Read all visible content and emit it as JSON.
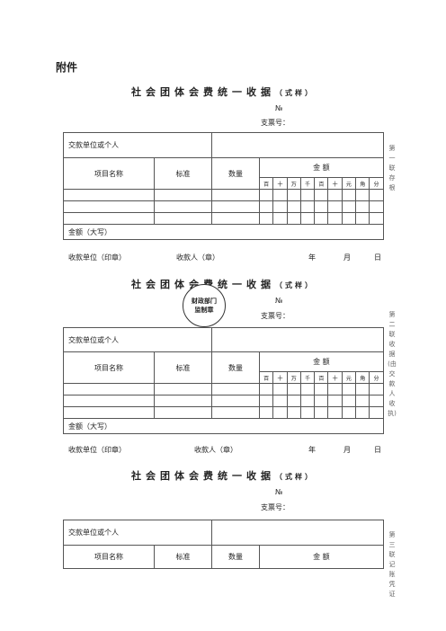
{
  "attachment": "附件",
  "title_main": "社会团体会费统一收据",
  "title_suffix": "（式样）",
  "no_label": "№",
  "ticket_no_label": "支票号：",
  "table": {
    "payer_label": "交款单位或个人",
    "item_label": "项目名称",
    "standard_label": "标准",
    "quantity_label": "数量",
    "amount_label": "金    额",
    "digits": [
      "百",
      "十",
      "万",
      "千",
      "百",
      "十",
      "元",
      "角",
      "分"
    ],
    "total_label": "金额（大写）"
  },
  "signature": {
    "payee_unit": "收款单位（印章）",
    "payee_person": "收款人（章）",
    "year": "年",
    "month": "月",
    "day": "日"
  },
  "stamp": {
    "line1": "财政部门",
    "line2": "监制章"
  },
  "side_labels": {
    "copy1": "第一联 存 根",
    "copy2": "第二联 收 据 (由 交 款 人 收 执)",
    "copy3": "第三联 记 账 凭 证"
  }
}
